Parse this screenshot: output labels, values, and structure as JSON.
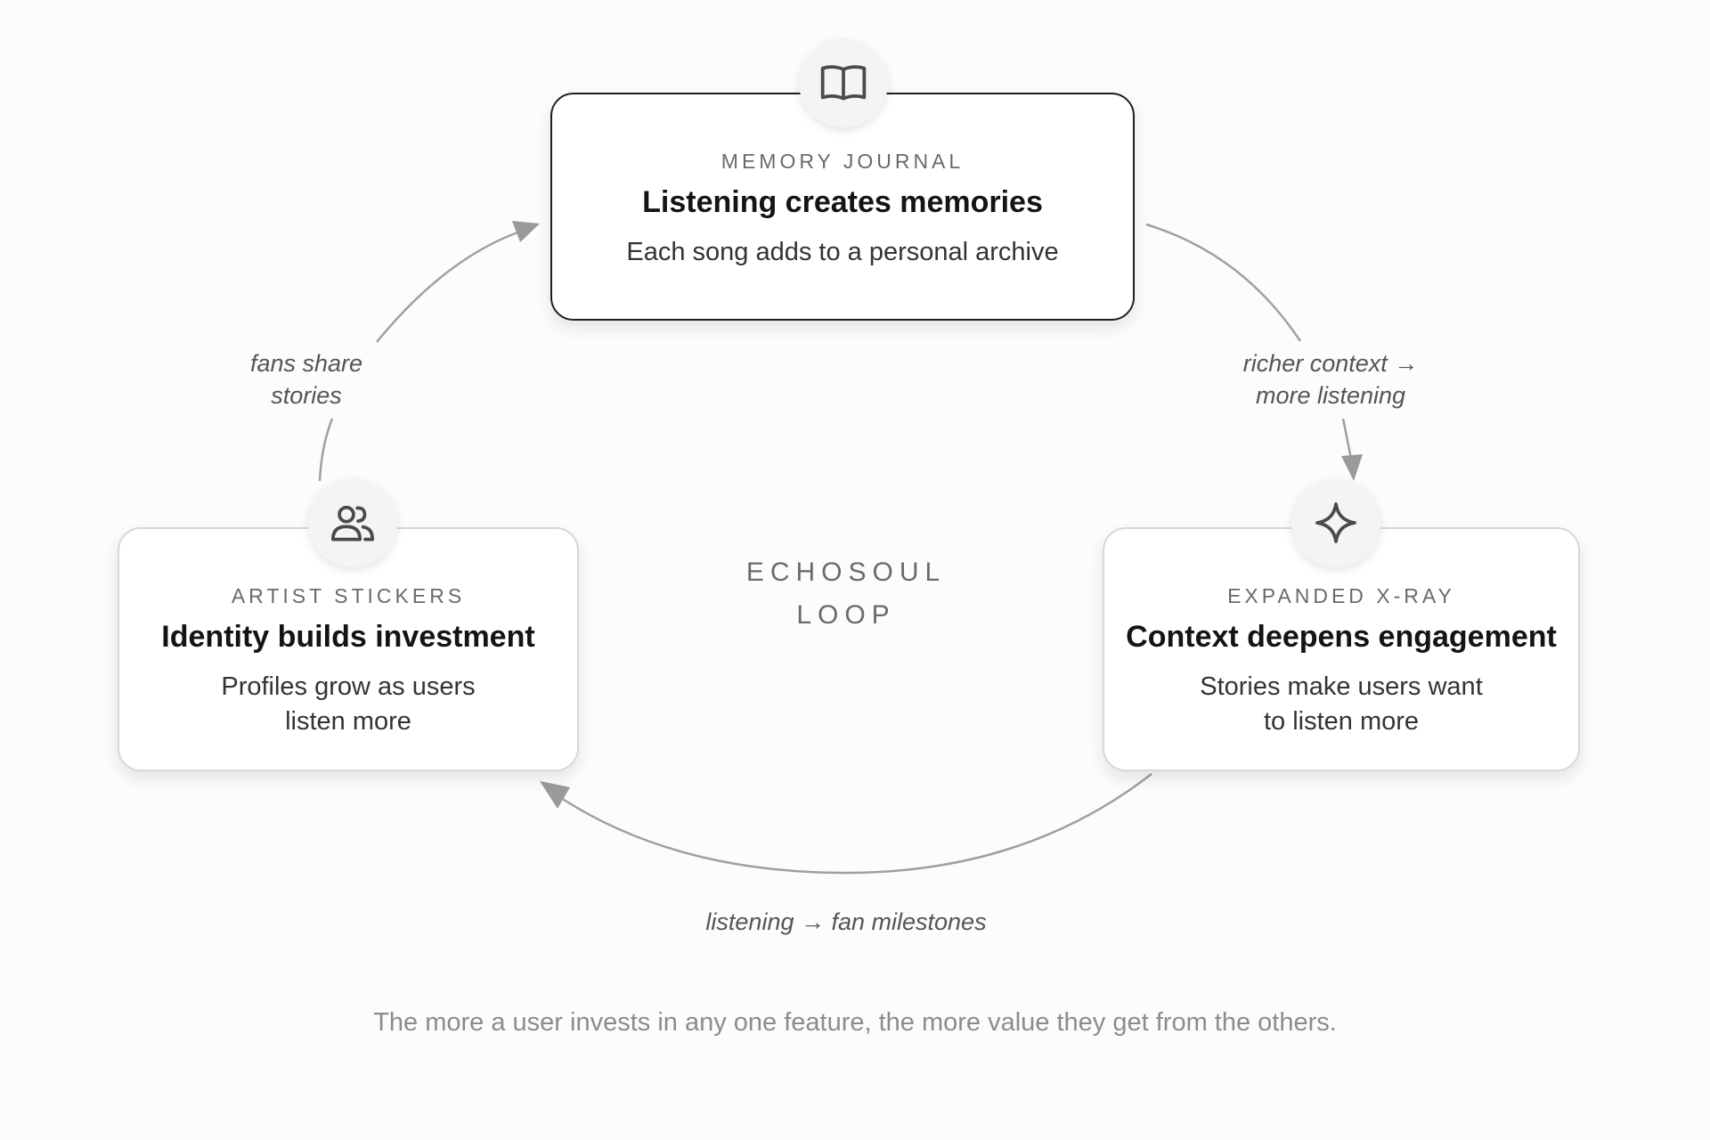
{
  "diagram": {
    "center_label": {
      "line1": "ECHOSOUL",
      "line2": "LOOP"
    },
    "nodes": {
      "memory_journal": {
        "icon": "book-open-icon",
        "eyebrow": "MEMORY JOURNAL",
        "title": "Listening creates memories",
        "description": "Each song adds to a personal archive"
      },
      "expanded_xray": {
        "icon": "sparkle-icon",
        "eyebrow": "EXPANDED X-RAY",
        "title": "Context deepens engagement",
        "description_line1": "Stories make users want",
        "description_line2": "to listen more"
      },
      "artist_stickers": {
        "icon": "users-icon",
        "eyebrow": "ARTIST STICKERS",
        "title": "Identity builds investment",
        "description_line1": "Profiles grow as users",
        "description_line2": "listen more"
      }
    },
    "edges": {
      "journal_to_xray": {
        "line1": "richer context →",
        "line2": "more listening"
      },
      "xray_to_stickers": {
        "line1": "listening → fan milestones"
      },
      "stickers_to_journal": {
        "line1": "fans share",
        "line2": "stories"
      }
    },
    "footer": "The more a user invests in any one feature, the more value they get from the others.",
    "colors": {
      "arrow": "#9a9a9a",
      "primary_border": "#1f1f1f",
      "card_border": "#d8d8d8"
    }
  }
}
